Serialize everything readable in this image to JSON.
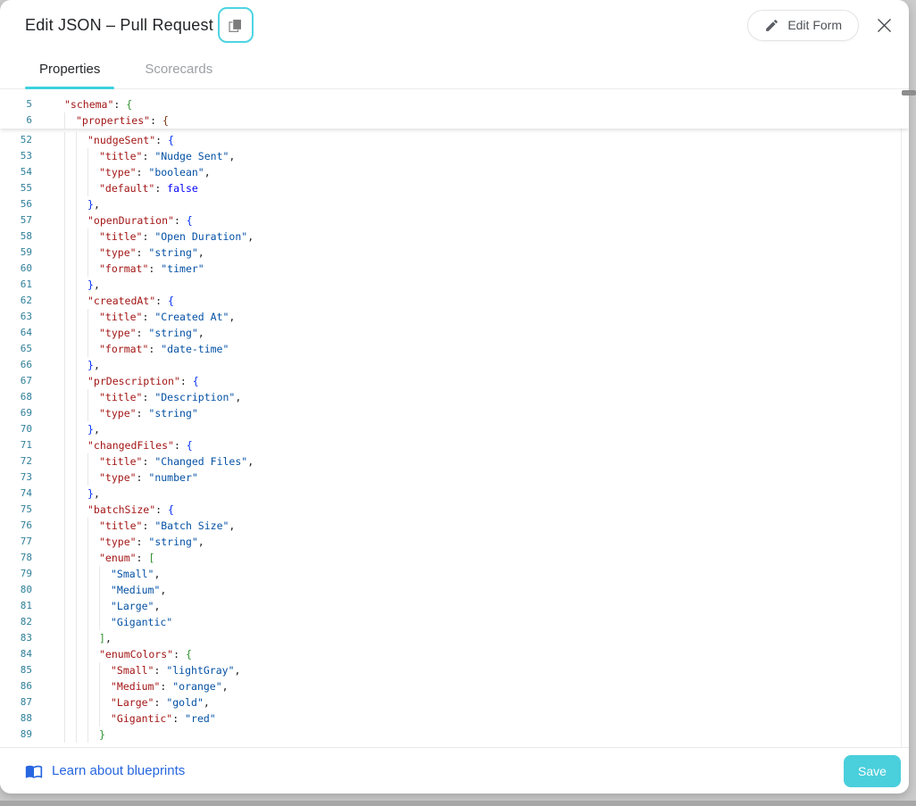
{
  "window": {
    "title": "Edit JSON – Pull Request"
  },
  "header": {
    "edit_form_label": "Edit Form"
  },
  "tabs": [
    {
      "label": "Properties",
      "active": true
    },
    {
      "label": "Scorecards",
      "active": false
    }
  ],
  "editor": {
    "sticky_lines": [
      {
        "n": "5",
        "i": 2,
        "t": [
          [
            "k",
            "\"schema\""
          ],
          [
            "p",
            ": "
          ],
          [
            "g",
            "{"
          ]
        ]
      },
      {
        "n": "6",
        "i": 4,
        "t": [
          [
            "k",
            "\"properties\""
          ],
          [
            "p",
            ": "
          ],
          [
            "br",
            "{"
          ]
        ]
      }
    ],
    "lines": [
      {
        "n": "52",
        "i": 6,
        "t": [
          [
            "k",
            "\"nudgeSent\""
          ],
          [
            "p",
            ": "
          ],
          [
            "bl",
            "{"
          ]
        ]
      },
      {
        "n": "53",
        "i": 8,
        "t": [
          [
            "k",
            "\"title\""
          ],
          [
            "p",
            ": "
          ],
          [
            "s",
            "\"Nudge Sent\""
          ],
          [
            "p",
            ","
          ]
        ]
      },
      {
        "n": "54",
        "i": 8,
        "t": [
          [
            "k",
            "\"type\""
          ],
          [
            "p",
            ": "
          ],
          [
            "s",
            "\"boolean\""
          ],
          [
            "p",
            ","
          ]
        ]
      },
      {
        "n": "55",
        "i": 8,
        "t": [
          [
            "k",
            "\"default\""
          ],
          [
            "p",
            ": "
          ],
          [
            "w",
            "false"
          ]
        ]
      },
      {
        "n": "56",
        "i": 6,
        "t": [
          [
            "bl",
            "}"
          ],
          [
            "p",
            ","
          ]
        ]
      },
      {
        "n": "57",
        "i": 6,
        "t": [
          [
            "k",
            "\"openDuration\""
          ],
          [
            "p",
            ": "
          ],
          [
            "bl",
            "{"
          ]
        ]
      },
      {
        "n": "58",
        "i": 8,
        "t": [
          [
            "k",
            "\"title\""
          ],
          [
            "p",
            ": "
          ],
          [
            "s",
            "\"Open Duration\""
          ],
          [
            "p",
            ","
          ]
        ]
      },
      {
        "n": "59",
        "i": 8,
        "t": [
          [
            "k",
            "\"type\""
          ],
          [
            "p",
            ": "
          ],
          [
            "s",
            "\"string\""
          ],
          [
            "p",
            ","
          ]
        ]
      },
      {
        "n": "60",
        "i": 8,
        "t": [
          [
            "k",
            "\"format\""
          ],
          [
            "p",
            ": "
          ],
          [
            "s",
            "\"timer\""
          ]
        ]
      },
      {
        "n": "61",
        "i": 6,
        "t": [
          [
            "bl",
            "}"
          ],
          [
            "p",
            ","
          ]
        ]
      },
      {
        "n": "62",
        "i": 6,
        "t": [
          [
            "k",
            "\"createdAt\""
          ],
          [
            "p",
            ": "
          ],
          [
            "bl",
            "{"
          ]
        ]
      },
      {
        "n": "63",
        "i": 8,
        "t": [
          [
            "k",
            "\"title\""
          ],
          [
            "p",
            ": "
          ],
          [
            "s",
            "\"Created At\""
          ],
          [
            "p",
            ","
          ]
        ]
      },
      {
        "n": "64",
        "i": 8,
        "t": [
          [
            "k",
            "\"type\""
          ],
          [
            "p",
            ": "
          ],
          [
            "s",
            "\"string\""
          ],
          [
            "p",
            ","
          ]
        ]
      },
      {
        "n": "65",
        "i": 8,
        "t": [
          [
            "k",
            "\"format\""
          ],
          [
            "p",
            ": "
          ],
          [
            "s",
            "\"date-time\""
          ]
        ]
      },
      {
        "n": "66",
        "i": 6,
        "t": [
          [
            "bl",
            "}"
          ],
          [
            "p",
            ","
          ]
        ]
      },
      {
        "n": "67",
        "i": 6,
        "t": [
          [
            "k",
            "\"prDescription\""
          ],
          [
            "p",
            ": "
          ],
          [
            "bl",
            "{"
          ]
        ]
      },
      {
        "n": "68",
        "i": 8,
        "t": [
          [
            "k",
            "\"title\""
          ],
          [
            "p",
            ": "
          ],
          [
            "s",
            "\"Description\""
          ],
          [
            "p",
            ","
          ]
        ]
      },
      {
        "n": "69",
        "i": 8,
        "t": [
          [
            "k",
            "\"type\""
          ],
          [
            "p",
            ": "
          ],
          [
            "s",
            "\"string\""
          ]
        ]
      },
      {
        "n": "70",
        "i": 6,
        "t": [
          [
            "bl",
            "}"
          ],
          [
            "p",
            ","
          ]
        ]
      },
      {
        "n": "71",
        "i": 6,
        "t": [
          [
            "k",
            "\"changedFiles\""
          ],
          [
            "p",
            ": "
          ],
          [
            "bl",
            "{"
          ]
        ]
      },
      {
        "n": "72",
        "i": 8,
        "t": [
          [
            "k",
            "\"title\""
          ],
          [
            "p",
            ": "
          ],
          [
            "s",
            "\"Changed Files\""
          ],
          [
            "p",
            ","
          ]
        ]
      },
      {
        "n": "73",
        "i": 8,
        "t": [
          [
            "k",
            "\"type\""
          ],
          [
            "p",
            ": "
          ],
          [
            "s",
            "\"number\""
          ]
        ]
      },
      {
        "n": "74",
        "i": 6,
        "t": [
          [
            "bl",
            "}"
          ],
          [
            "p",
            ","
          ]
        ]
      },
      {
        "n": "75",
        "i": 6,
        "t": [
          [
            "k",
            "\"batchSize\""
          ],
          [
            "p",
            ": "
          ],
          [
            "bl",
            "{"
          ]
        ]
      },
      {
        "n": "76",
        "i": 8,
        "t": [
          [
            "k",
            "\"title\""
          ],
          [
            "p",
            ": "
          ],
          [
            "s",
            "\"Batch Size\""
          ],
          [
            "p",
            ","
          ]
        ]
      },
      {
        "n": "77",
        "i": 8,
        "t": [
          [
            "k",
            "\"type\""
          ],
          [
            "p",
            ": "
          ],
          [
            "s",
            "\"string\""
          ],
          [
            "p",
            ","
          ]
        ]
      },
      {
        "n": "78",
        "i": 8,
        "t": [
          [
            "k",
            "\"enum\""
          ],
          [
            "p",
            ": "
          ],
          [
            "g",
            "["
          ]
        ]
      },
      {
        "n": "79",
        "i": 10,
        "t": [
          [
            "s",
            "\"Small\""
          ],
          [
            "p",
            ","
          ]
        ]
      },
      {
        "n": "80",
        "i": 10,
        "t": [
          [
            "s",
            "\"Medium\""
          ],
          [
            "p",
            ","
          ]
        ]
      },
      {
        "n": "81",
        "i": 10,
        "t": [
          [
            "s",
            "\"Large\""
          ],
          [
            "p",
            ","
          ]
        ]
      },
      {
        "n": "82",
        "i": 10,
        "t": [
          [
            "s",
            "\"Gigantic\""
          ]
        ]
      },
      {
        "n": "83",
        "i": 8,
        "t": [
          [
            "g",
            "]"
          ],
          [
            "p",
            ","
          ]
        ]
      },
      {
        "n": "84",
        "i": 8,
        "t": [
          [
            "k",
            "\"enumColors\""
          ],
          [
            "p",
            ": "
          ],
          [
            "g",
            "{"
          ]
        ]
      },
      {
        "n": "85",
        "i": 10,
        "t": [
          [
            "k",
            "\"Small\""
          ],
          [
            "p",
            ": "
          ],
          [
            "s",
            "\"lightGray\""
          ],
          [
            "p",
            ","
          ]
        ]
      },
      {
        "n": "86",
        "i": 10,
        "t": [
          [
            "k",
            "\"Medium\""
          ],
          [
            "p",
            ": "
          ],
          [
            "s",
            "\"orange\""
          ],
          [
            "p",
            ","
          ]
        ]
      },
      {
        "n": "87",
        "i": 10,
        "t": [
          [
            "k",
            "\"Large\""
          ],
          [
            "p",
            ": "
          ],
          [
            "s",
            "\"gold\""
          ],
          [
            "p",
            ","
          ]
        ]
      },
      {
        "n": "88",
        "i": 10,
        "t": [
          [
            "k",
            "\"Gigantic\""
          ],
          [
            "p",
            ": "
          ],
          [
            "s",
            "\"red\""
          ]
        ]
      },
      {
        "n": "89",
        "i": 8,
        "t": [
          [
            "g",
            "}"
          ]
        ]
      }
    ]
  },
  "footer": {
    "link_label": "Learn about blueprints",
    "save_label": "Save"
  },
  "colors": {
    "accent_teal": "#4ACFDC",
    "tab_underline": "#3CD2DE",
    "copy_button_border": "#4ED4E2",
    "link_blue": "#2766E0",
    "syntax_key": "#A31515",
    "syntax_string": "#0451A5",
    "syntax_keyword": "#0000FF",
    "bracket_colors": [
      "#0431FA",
      "#319331",
      "#7B3814"
    ],
    "line_number": "#2F7F9A"
  }
}
